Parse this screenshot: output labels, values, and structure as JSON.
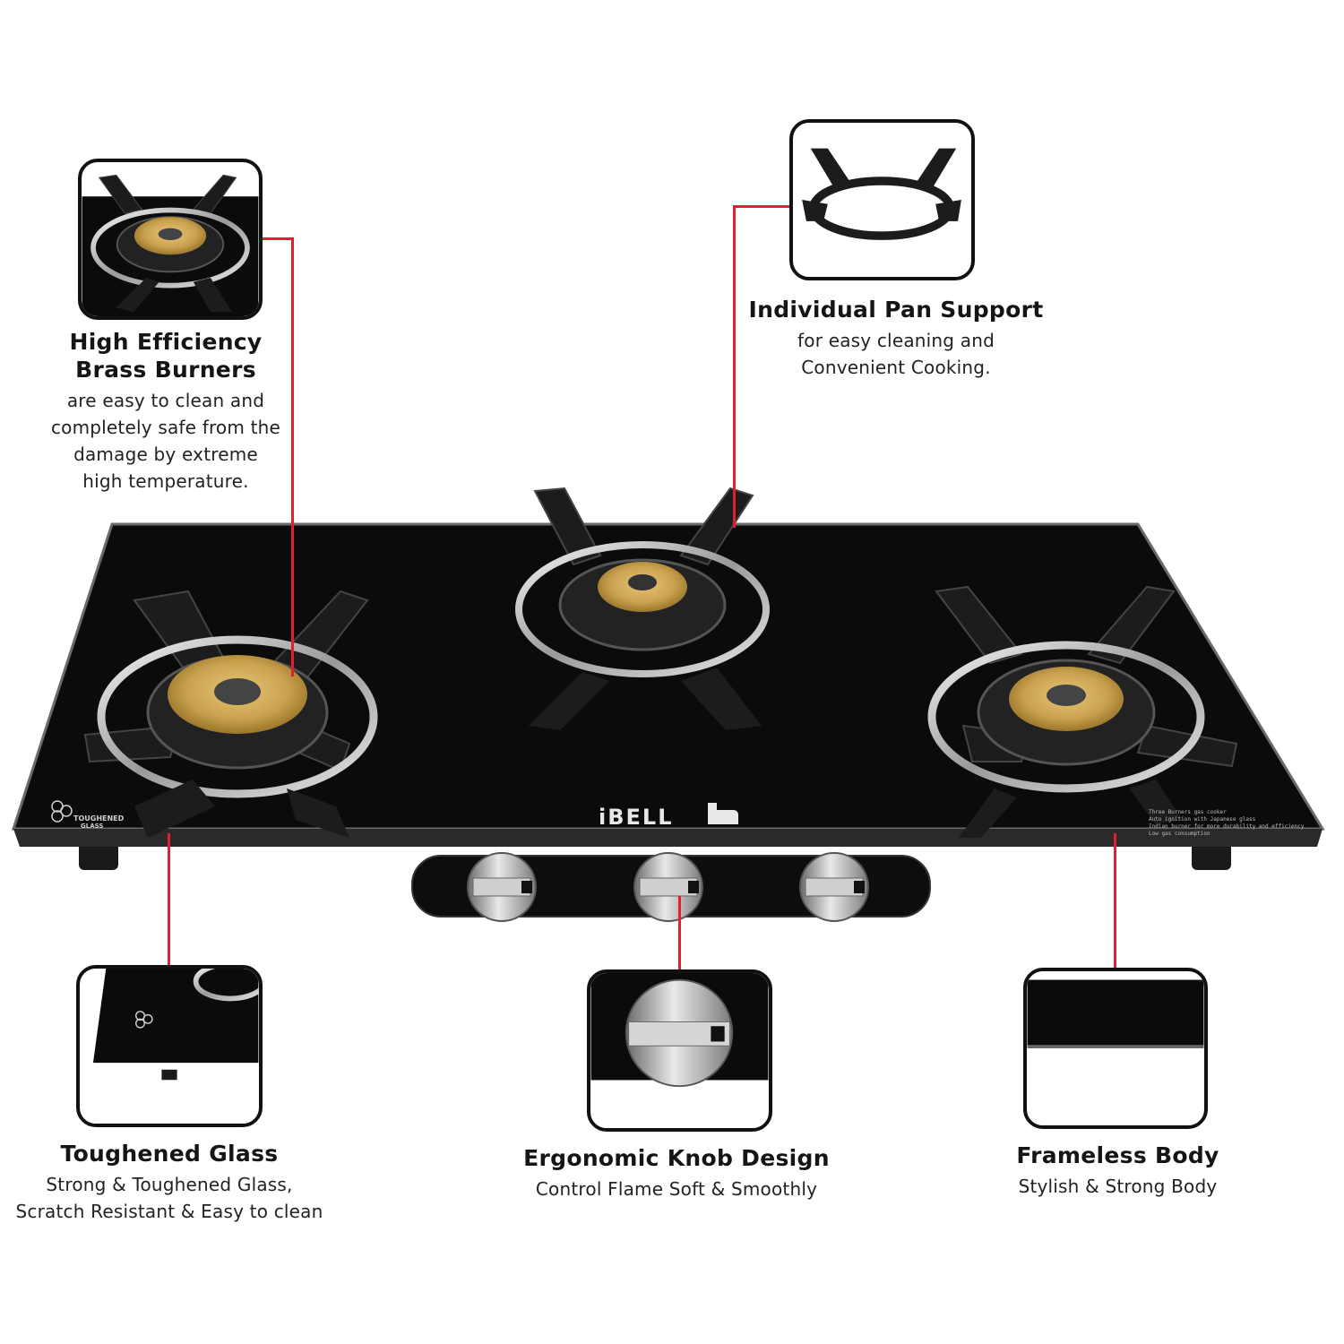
{
  "brand": "iBELL",
  "glass_badge": {
    "line1": "TOUGHENED",
    "line2": "GLASS"
  },
  "spec_text": [
    "Three Burners gas cooker",
    "Auto ignition with Japanese glass",
    "Indian burner for more durability and efficiency",
    "Low gas consumption"
  ],
  "features": {
    "burners": {
      "title_lines": [
        "High Efficiency",
        "Brass Burners"
      ],
      "desc_lines": [
        "are easy to clean and",
        "completely safe from the",
        "damage by extreme",
        "high temperature."
      ]
    },
    "pan_support": {
      "title_lines": [
        "Individual Pan Support"
      ],
      "desc_lines": [
        "for easy cleaning and",
        "Convenient Cooking."
      ]
    },
    "glass": {
      "title_lines": [
        "Toughened Glass"
      ],
      "desc_lines": [
        "Strong & Toughened Glass,",
        "Scratch Resistant & Easy to clean"
      ]
    },
    "knob": {
      "title_lines": [
        "Ergonomic Knob Design"
      ],
      "desc_lines": [
        "Control Flame Soft & Smoothly"
      ]
    },
    "frameless": {
      "title_lines": [
        "Frameless Body"
      ],
      "desc_lines": [
        "Stylish & Strong Body"
      ]
    }
  },
  "colors": {
    "accent": "#e0202e",
    "glass": "#0b0b0b",
    "brass": "#c9a24e",
    "steel": "#c8c8c8"
  }
}
